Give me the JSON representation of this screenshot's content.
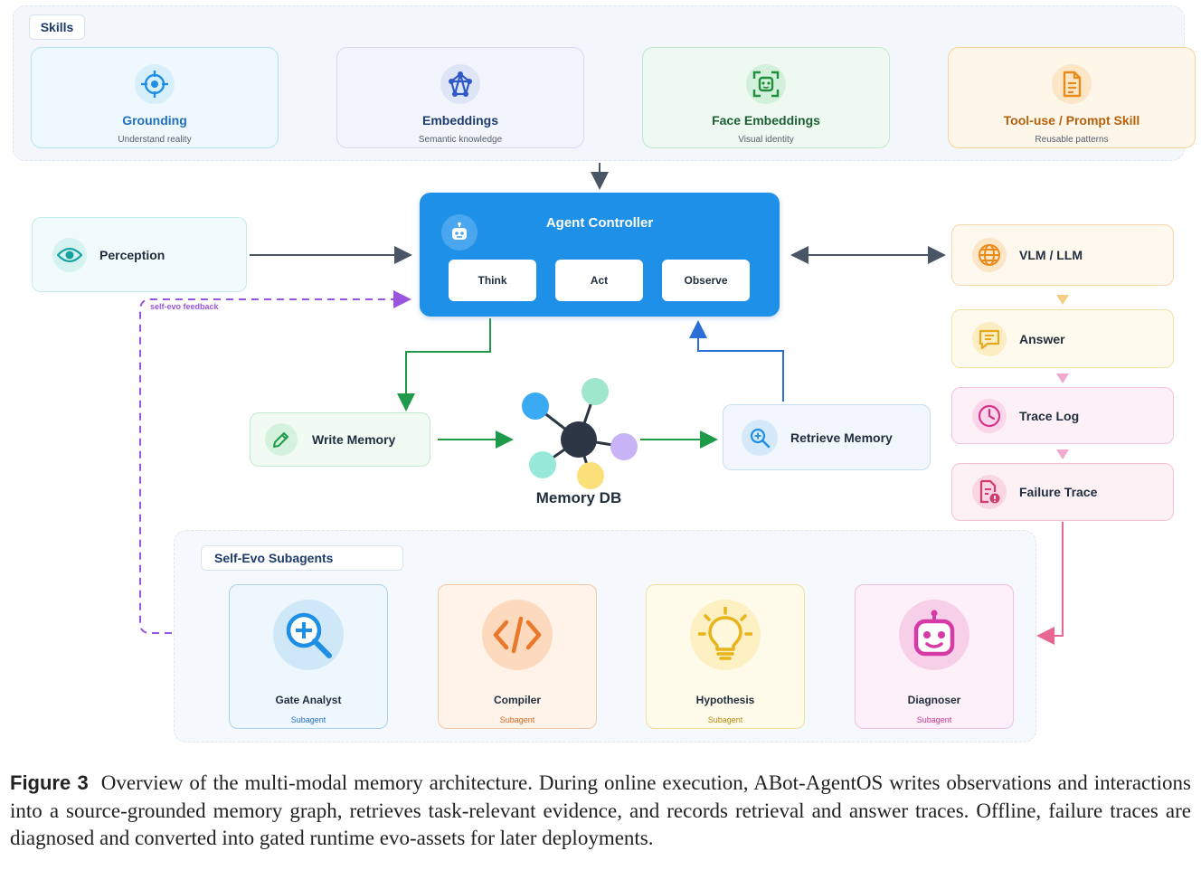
{
  "skills": {
    "tag": "Skills",
    "cards": [
      {
        "title": "Grounding",
        "subtitle": "Understand reality",
        "icon": "crosshair-icon",
        "color": "#1f8fe5",
        "bg": "#eef8fd",
        "border": "#b7e3ef"
      },
      {
        "title": "Embeddings",
        "subtitle": "Semantic knowledge",
        "icon": "network-icon",
        "color": "#2f58c8",
        "bg": "#f2f5fc",
        "border": "#d3dcef"
      },
      {
        "title": "Face Embeddings",
        "subtitle": "Visual identity",
        "icon": "face-scan-icon",
        "color": "#1f8f3e",
        "bg": "#eefaf1",
        "border": "#bfe9c9"
      },
      {
        "title": "Tool-use / Prompt Skill",
        "subtitle": "Reusable patterns",
        "icon": "document-icon",
        "color": "#c9650f",
        "bg": "#fff6ea",
        "border": "#f6d3a7"
      }
    ]
  },
  "controller": {
    "title": "Agent Controller",
    "icon": "robot-icon",
    "buttons": [
      "Think",
      "Act",
      "Observe"
    ]
  },
  "perception": {
    "label": "Perception",
    "icon": "eye-icon"
  },
  "feedback_label": "self-evo feedback",
  "write_memory": {
    "label": "Write Memory",
    "icon": "pencil-icon"
  },
  "retrieve_memory": {
    "label": "Retrieve Memory",
    "icon": "search-icon"
  },
  "memory_db": {
    "label": "Memory DB",
    "icon": "graph-hub-icon"
  },
  "right_stack": [
    {
      "label": "VLM / LLM",
      "icon": "globe-icon",
      "color": "#e98a1a",
      "bg": "#fff8ee",
      "border": "#f6d8ac"
    },
    {
      "label": "Answer",
      "icon": "chat-icon",
      "color": "#e7a91b",
      "bg": "#fffaee",
      "border": "#f4e1a8"
    },
    {
      "label": "Trace Log",
      "icon": "clock-icon",
      "color": "#d5348d",
      "bg": "#fdf1f7",
      "border": "#f4c2dd"
    },
    {
      "label": "Failure Trace",
      "icon": "failure-doc-icon",
      "color": "#d23b6e",
      "bg": "#fdf1f5",
      "border": "#f4c2d2"
    }
  ],
  "subagents": {
    "tag": "Self-Evo Subagents",
    "cards": [
      {
        "title": "Gate Analyst",
        "subtitle": "Subagent",
        "icon": "zoom-in-icon",
        "color": "#1f8fe5",
        "bg": "#eef7fd",
        "border": "#a9d3ec",
        "subcolor": "#1f6fbf"
      },
      {
        "title": "Compiler",
        "subtitle": "Subagent",
        "icon": "code-icon",
        "color": "#e9782a",
        "bg": "#fff3ea",
        "border": "#f4c8a6",
        "subcolor": "#d0661f"
      },
      {
        "title": "Hypothesis",
        "subtitle": "Subagent",
        "icon": "lightbulb-icon",
        "color": "#e9b31b",
        "bg": "#fffbea",
        "border": "#f2df9e",
        "subcolor": "#b58a10"
      },
      {
        "title": "Diagnoser",
        "subtitle": "Subagent",
        "icon": "robot-face-icon",
        "color": "#d63aa6",
        "bg": "#fdf0f8",
        "border": "#f2c0e0",
        "subcolor": "#c23791"
      }
    ]
  },
  "caption": {
    "figure": "Figure 3",
    "text": "Overview of the multi-modal memory architecture. During online execution, ABot-AgentOS writes observations and interactions into a source-grounded memory graph, retrieves task-relevant evidence, and records retrieval and answer traces. Offline, failure traces are diagnosed and converted into gated runtime evo-assets for later deployments."
  }
}
